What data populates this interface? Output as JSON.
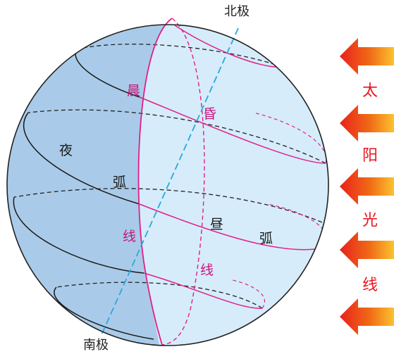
{
  "labels": {
    "north_pole": "北极",
    "south_pole": "南极",
    "chen": "晨",
    "hun": "昏",
    "ye": "夜",
    "hu_night": "弧",
    "xian_left": "线",
    "xian_right": "线",
    "zhou": "昼",
    "hu_day": "弧"
  },
  "sunlight": {
    "chars": [
      "太",
      "阳",
      "光",
      "线"
    ]
  },
  "colors": {
    "night_side": "#a9cbe9",
    "day_side": "#d6ecfa",
    "terminator": "#e0208a",
    "axis": "#29a8dc",
    "label_magenta": "#c8157a",
    "sun_text": "#e8141e",
    "arrow_orange": "#f39a18",
    "arrow_red": "#e8221c"
  }
}
